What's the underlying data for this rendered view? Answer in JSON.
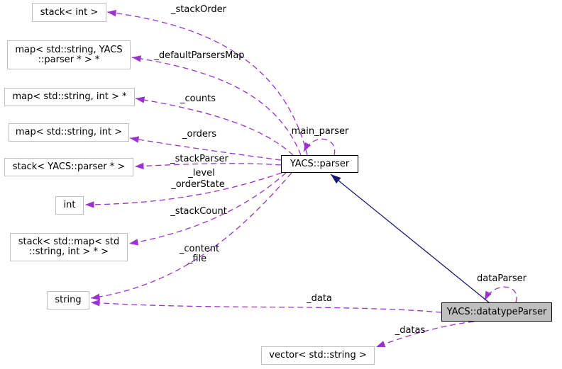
{
  "diagram": {
    "type": "collaboration-graph",
    "colors": {
      "usage_edge": "#9a32cd",
      "inheritance_edge": "#191970",
      "node_border": "#c0c0c0",
      "node_border_linked": "#000000",
      "node_fill": "#ffffff",
      "current_node_fill": "#bfbfbf"
    },
    "nodes": {
      "stack_int": {
        "label": "stack< int >"
      },
      "map_string_yacs_parser": {
        "line1": "map< std::string, YACS",
        "line2": "::parser * > *"
      },
      "map_string_int_ptr": {
        "label": "map< std::string, int > *"
      },
      "map_string_int": {
        "label": "map< std::string, int >"
      },
      "stack_yacs_parser_ptr": {
        "label": "stack< YACS::parser * >"
      },
      "int": {
        "label": "int"
      },
      "stack_map": {
        "line1": "stack< std::map< std",
        "line2": "::string, int > * >"
      },
      "string": {
        "label": "string"
      },
      "vector_string": {
        "label": "vector< std::string >"
      },
      "yacs_parser": {
        "label": "YACS::parser"
      },
      "yacs_datatypeparser": {
        "label": "YACS::datatypeParser"
      }
    },
    "edges": {
      "stack_order": {
        "label": "_stackOrder"
      },
      "default_parsers_map": {
        "label": "_defaultParsersMap"
      },
      "counts": {
        "label": "_counts"
      },
      "orders": {
        "label": "_orders"
      },
      "stack_parser": {
        "label": "_stackParser"
      },
      "level": {
        "label": "_level"
      },
      "order_state": {
        "label": "_orderState"
      },
      "stack_count": {
        "label": "_stackCount"
      },
      "content": {
        "label": "_content"
      },
      "file": {
        "label": "_file"
      },
      "data": {
        "label": "_data"
      },
      "datas": {
        "label": "_datas"
      },
      "main_parser": {
        "label": "main_parser"
      },
      "data_parser": {
        "label": "dataParser"
      }
    }
  }
}
